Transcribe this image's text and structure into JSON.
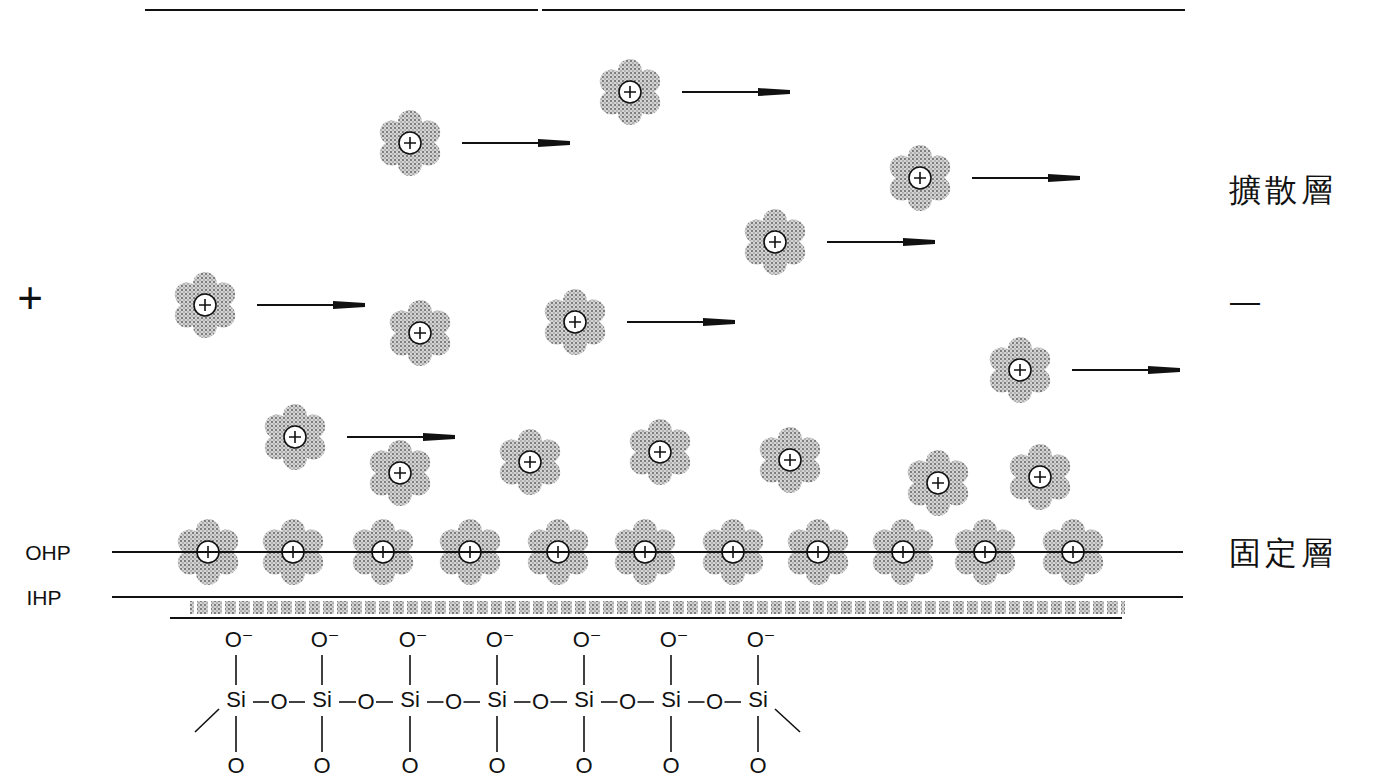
{
  "diagram": {
    "labels": [
      "擴散層",
      "+",
      "—",
      "OHP",
      "固定層",
      "IHP",
      "O⁻",
      "O⁻",
      "O⁻",
      "O⁻",
      "O⁻",
      "O⁻",
      "O⁻",
      "Si",
      "O",
      "Si",
      "O",
      "Si",
      "O",
      "Si",
      "O",
      "Si",
      "O",
      "Si",
      "O",
      "Si",
      "O",
      "O",
      "O",
      "O",
      "O",
      "O",
      "O"
    ]
  }
}
